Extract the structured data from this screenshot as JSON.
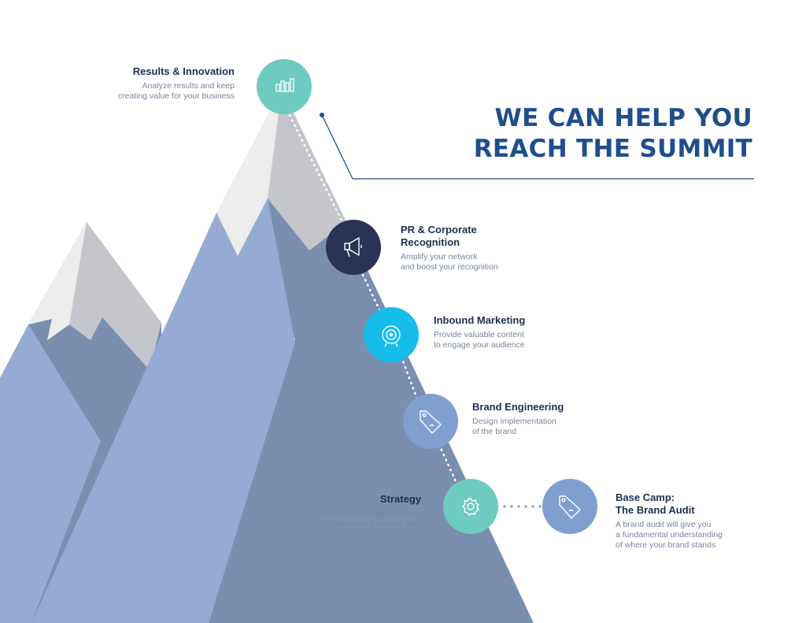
{
  "headline": {
    "line1": "WE CAN HELP YOU",
    "line2": "REACH THE SUMMIT"
  },
  "colors": {
    "heading": "#1f4e8c",
    "title_text": "#1e2f4f",
    "desc_text": "#7a84a0",
    "teal": "#6ecbbf",
    "navy": "#2a3356",
    "cyan": "#15bde8",
    "periwinkle": "#7f9fcf",
    "mountain_light": "#96abd3",
    "mountain_dark": "#7a8eb0",
    "snow_grey": "#c4c6cb",
    "snow_white": "#ededed"
  },
  "steps": [
    {
      "id": "results",
      "title": [
        "Results & Innovation"
      ],
      "desc": [
        "Analyze results and keep",
        "creating value for your business"
      ],
      "icon": "bar-chart-icon",
      "color": "teal"
    },
    {
      "id": "pr",
      "title": [
        "PR & Corporate",
        "Recognition"
      ],
      "desc": [
        "Amplify your network",
        "and boost your recognition"
      ],
      "icon": "megaphone-icon",
      "color": "navy"
    },
    {
      "id": "inbound",
      "title": [
        "Inbound Marketing"
      ],
      "desc": [
        "Provide valuable content",
        "to engage your audience"
      ],
      "icon": "target-icon",
      "color": "cyan"
    },
    {
      "id": "brand",
      "title": [
        "Brand Engineering"
      ],
      "desc": [
        "Design implementation",
        "of the brand"
      ],
      "icon": "price-tag-icon",
      "color": "periwinkle"
    },
    {
      "id": "strategy",
      "title": [
        "Strategy"
      ],
      "desc": [
        "A defined strategy plan is as",
        "critical as a business plan"
      ],
      "icon": "gear-icon",
      "color": "teal"
    },
    {
      "id": "basecamp",
      "title": [
        "Base Camp:",
        "The Brand Audit"
      ],
      "desc": [
        "A brand audit will give you",
        "a fundamental understanding",
        "of where your brand stands"
      ],
      "icon": "price-tag-icon",
      "color": "periwinkle"
    }
  ]
}
